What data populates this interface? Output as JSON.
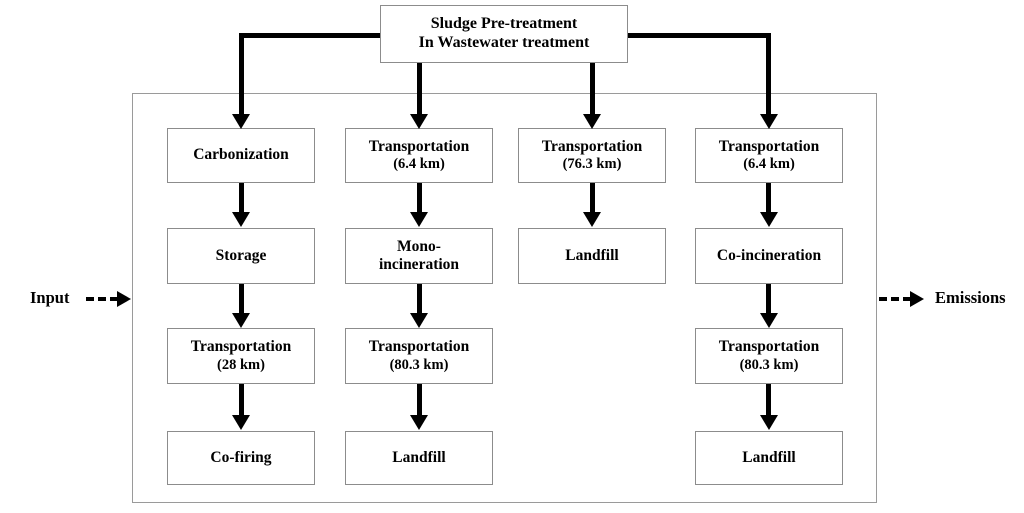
{
  "diagram": {
    "title_box": {
      "line1": "Sludge Pre-treatment",
      "line2": "In Wastewater treatment"
    },
    "io": {
      "input_label": "Input",
      "output_label": "Emissions"
    },
    "columns": [
      {
        "id": "carbonization-co-firing",
        "steps": [
          {
            "line1": "Carbonization",
            "line2": ""
          },
          {
            "line1": "Storage",
            "line2": ""
          },
          {
            "line1": "Transportation",
            "line2": "(28 km)"
          },
          {
            "line1": "Co-firing",
            "line2": ""
          }
        ]
      },
      {
        "id": "mono-incineration",
        "steps": [
          {
            "line1": "Transportation",
            "line2": "(6.4 km)"
          },
          {
            "line1": "Mono-",
            "line2": "incineration"
          },
          {
            "line1": "Transportation",
            "line2": "(80.3 km)"
          },
          {
            "line1": "Landfill",
            "line2": ""
          }
        ]
      },
      {
        "id": "direct-landfill",
        "steps": [
          {
            "line1": "Transportation",
            "line2": "(76.3 km)"
          },
          {
            "line1": "Landfill",
            "line2": ""
          }
        ]
      },
      {
        "id": "co-incineration",
        "steps": [
          {
            "line1": "Transportation",
            "line2": "(6.4 km)"
          },
          {
            "line1": "Co-incineration",
            "line2": ""
          },
          {
            "line1": "Transportation",
            "line2": "(80.3 km)"
          },
          {
            "line1": "Landfill",
            "line2": ""
          }
        ]
      }
    ],
    "colors": {
      "connector": "#000000",
      "box_border": "#8c8c8c",
      "frame_border": "#9a9a9a",
      "background": "#ffffff",
      "text": "#000000"
    }
  }
}
